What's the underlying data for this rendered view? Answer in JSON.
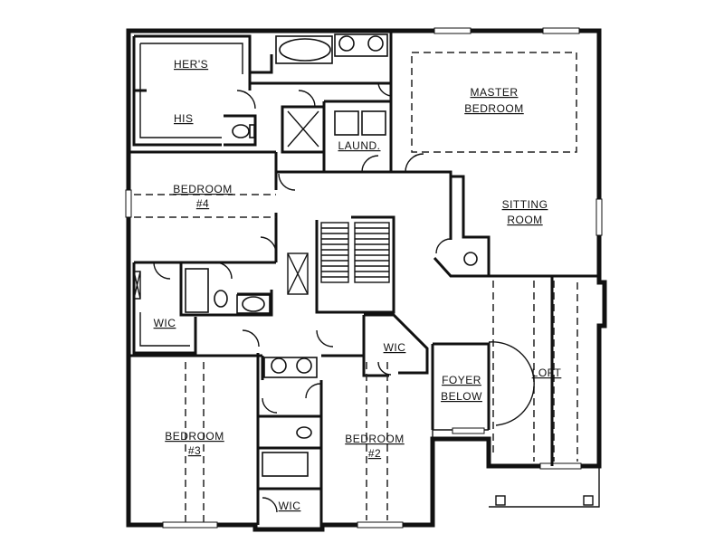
{
  "rooms": {
    "hers": "HER'S",
    "his": "HIS",
    "master_line1": "MASTER",
    "master_line2": "BEDROOM",
    "laundry": "LAUND.",
    "bedroom4_line1": "BEDROOM",
    "bedroom4_line2": "#4",
    "sitting_line1": "SITTING",
    "sitting_line2": "ROOM",
    "wic_left": "WIC",
    "wic_center": "WIC",
    "wic_bottom": "WIC",
    "foyer_line1": "FOYER",
    "foyer_line2": "BELOW",
    "loft": "LOFT",
    "bedroom3_line1": "BEDROOM",
    "bedroom3_line2": "#3",
    "bedroom2_line1": "BEDROOM",
    "bedroom2_line2": "#2"
  }
}
